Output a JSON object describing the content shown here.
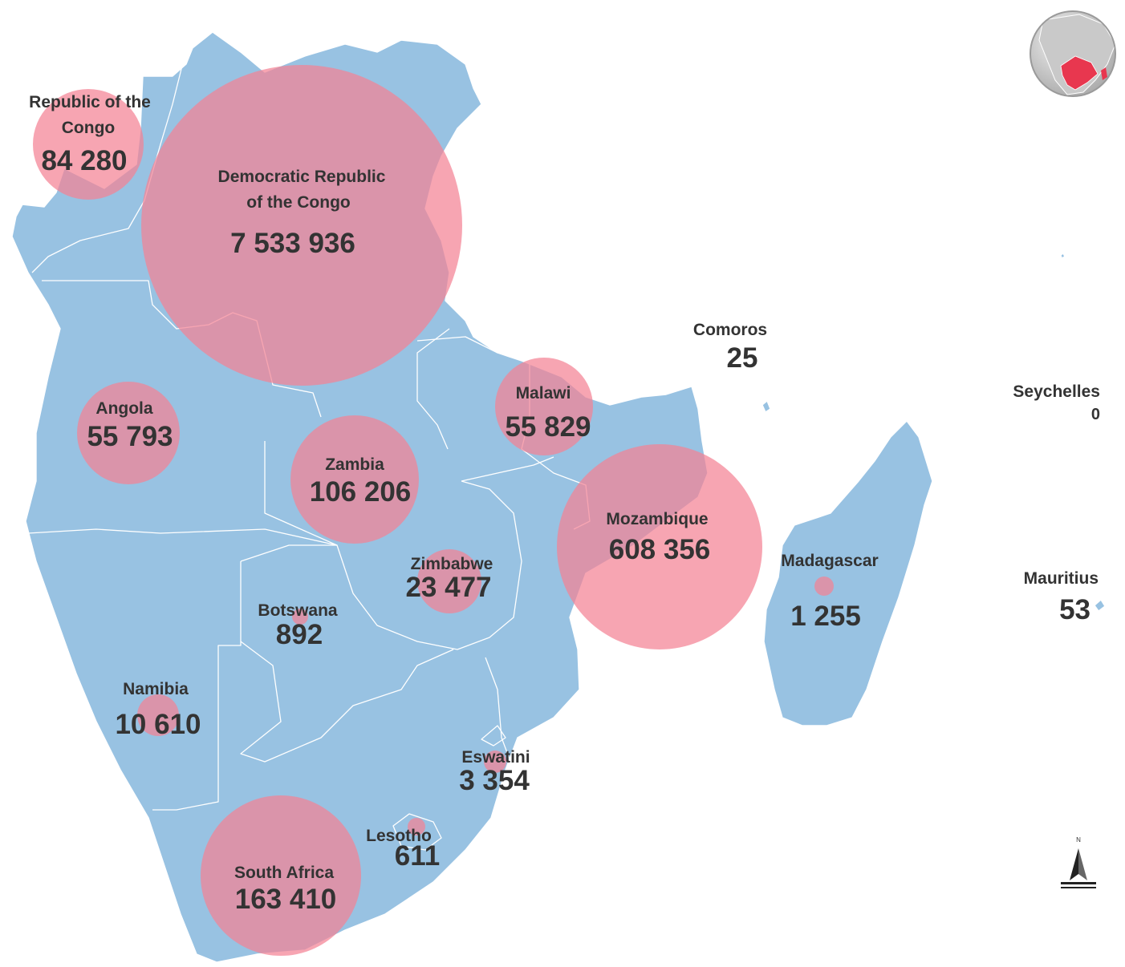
{
  "map": {
    "countries": [
      {
        "id": "drc",
        "name_lines": [
          "Democratic Republic",
          "of the Congo"
        ],
        "value": "7 533 936",
        "cases": 7533936
      },
      {
        "id": "congo",
        "name_lines": [
          "Republic of the",
          "Congo"
        ],
        "value": "84 280",
        "cases": 84280
      },
      {
        "id": "angola",
        "name_lines": [
          "Angola"
        ],
        "value": "55 793",
        "cases": 55793
      },
      {
        "id": "zambia",
        "name_lines": [
          "Zambia"
        ],
        "value": "106 206",
        "cases": 106206
      },
      {
        "id": "malawi",
        "name_lines": [
          "Malawi"
        ],
        "value": "55 829",
        "cases": 55829
      },
      {
        "id": "mozambique",
        "name_lines": [
          "Mozambique"
        ],
        "value": "608 356",
        "cases": 608356
      },
      {
        "id": "zimbabwe",
        "name_lines": [
          "Zimbabwe"
        ],
        "value": "23 477",
        "cases": 23477
      },
      {
        "id": "botswana",
        "name_lines": [
          "Botswana"
        ],
        "value": "892",
        "cases": 892
      },
      {
        "id": "namibia",
        "name_lines": [
          "Namibia"
        ],
        "value": "10 610",
        "cases": 10610
      },
      {
        "id": "south-africa",
        "name_lines": [
          "South Africa"
        ],
        "value": "163 410",
        "cases": 163410
      },
      {
        "id": "lesotho",
        "name_lines": [
          "Lesotho"
        ],
        "value": "611",
        "cases": 611
      },
      {
        "id": "eswatini",
        "name_lines": [
          "Eswatini"
        ],
        "value": "3 354",
        "cases": 3354
      },
      {
        "id": "madagascar",
        "name_lines": [
          "Madagascar"
        ],
        "value": "1 255",
        "cases": 1255
      },
      {
        "id": "comoros",
        "name_lines": [
          "Comoros"
        ],
        "value": "25",
        "cases": 25
      },
      {
        "id": "seychelles",
        "name_lines": [
          "Seychelles"
        ],
        "value": "0",
        "cases": 0
      },
      {
        "id": "mauritius",
        "name_lines": [
          "Mauritius"
        ],
        "value": "53",
        "cases": 53
      }
    ],
    "colors": {
      "land": "#98c2e2",
      "bubble": "#f48294",
      "highlight": "#e8374f",
      "text": "#333333"
    }
  },
  "north_arrow": {
    "label": "N"
  },
  "locator": {
    "icon": "globe-locator-icon"
  }
}
